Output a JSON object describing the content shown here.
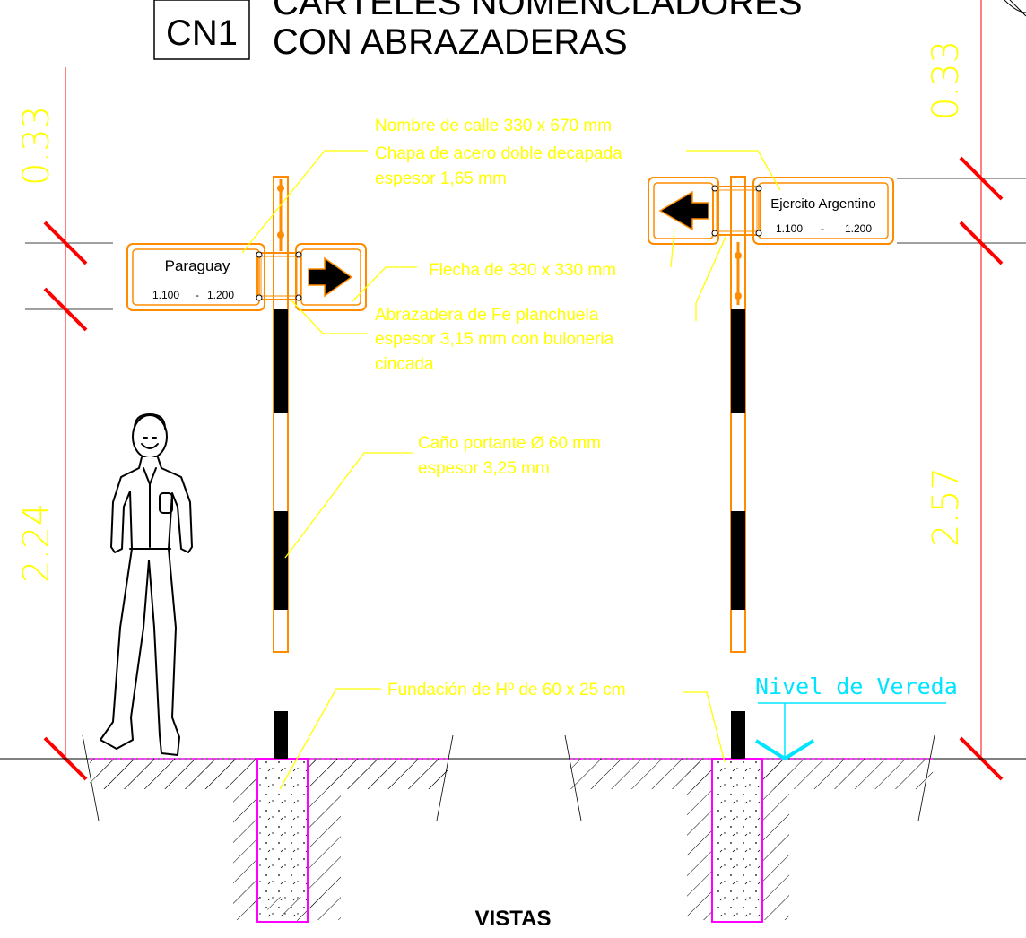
{
  "title": {
    "code": "CN1",
    "line1": "CARTELES NOMENCLADORES",
    "line2": "CON ABRAZADERAS"
  },
  "dimensions": {
    "left_top": "0.33",
    "left_bottom": "2.24",
    "right_top": "0.33",
    "right_bottom": "2.57"
  },
  "signs": {
    "left": {
      "street": "Paraguay",
      "range_from": "1.100",
      "range_sep": "-",
      "range_to": "1.200",
      "arrow": "right"
    },
    "right": {
      "street": "Ejercito Argentino",
      "range_from": "1.100",
      "range_sep": "-",
      "range_to": "1.200",
      "arrow": "left"
    }
  },
  "notes": {
    "plate_1": "Nombre de calle 330 x 670 mm",
    "plate_2": "Chapa de acero doble decapada",
    "plate_3": "espesor 1,65 mm",
    "arrow": "Flecha de 330 x 330 mm",
    "clamp_1": "Abrazadera de Fe planchuela",
    "clamp_2": "espesor 3,15 mm con buloneria",
    "clamp_3": "cincada",
    "pipe_1": "Caño portante Ø 60 mm",
    "pipe_2": "espesor 3,25 mm",
    "foundation": "Fundación de Hº de 60 x 25 cm"
  },
  "level_label": "Nivel de Vereda",
  "view_label": "VISTAS",
  "colors": {
    "annotation": "#ffff00",
    "sign_frame": "#ff8c00",
    "dimension_line": "#ff0000",
    "foundation": "#ff00ff",
    "level": "#00e5ff"
  }
}
